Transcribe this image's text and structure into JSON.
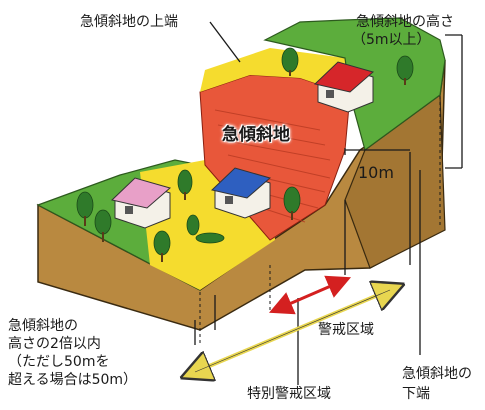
{
  "labels": {
    "slope_top_edge": "急傾斜地の上端",
    "slope_height_line1": "急傾斜地の高さ",
    "slope_height_line2": "（5m以上）",
    "steep_slope_area": "急傾斜地",
    "horizontal_distance": "10m",
    "range_line1": "急傾斜地の",
    "range_line2": "高さの2倍以内",
    "range_line3": "（ただし50mを",
    "range_line4": "超える場合は50m）",
    "warning_zone": "警戒区域",
    "special_warning_zone": "特別警戒区域",
    "slope_bottom_line1": "急傾斜地の",
    "slope_bottom_line2": "下端"
  },
  "colors": {
    "grass": "#5cad3c",
    "warning_zone": "#f5dc2e",
    "special_warning_zone": "#e8573a",
    "soil": "#b98940",
    "special_arrow": "#d42020",
    "warning_arrow": "#f0e060"
  }
}
